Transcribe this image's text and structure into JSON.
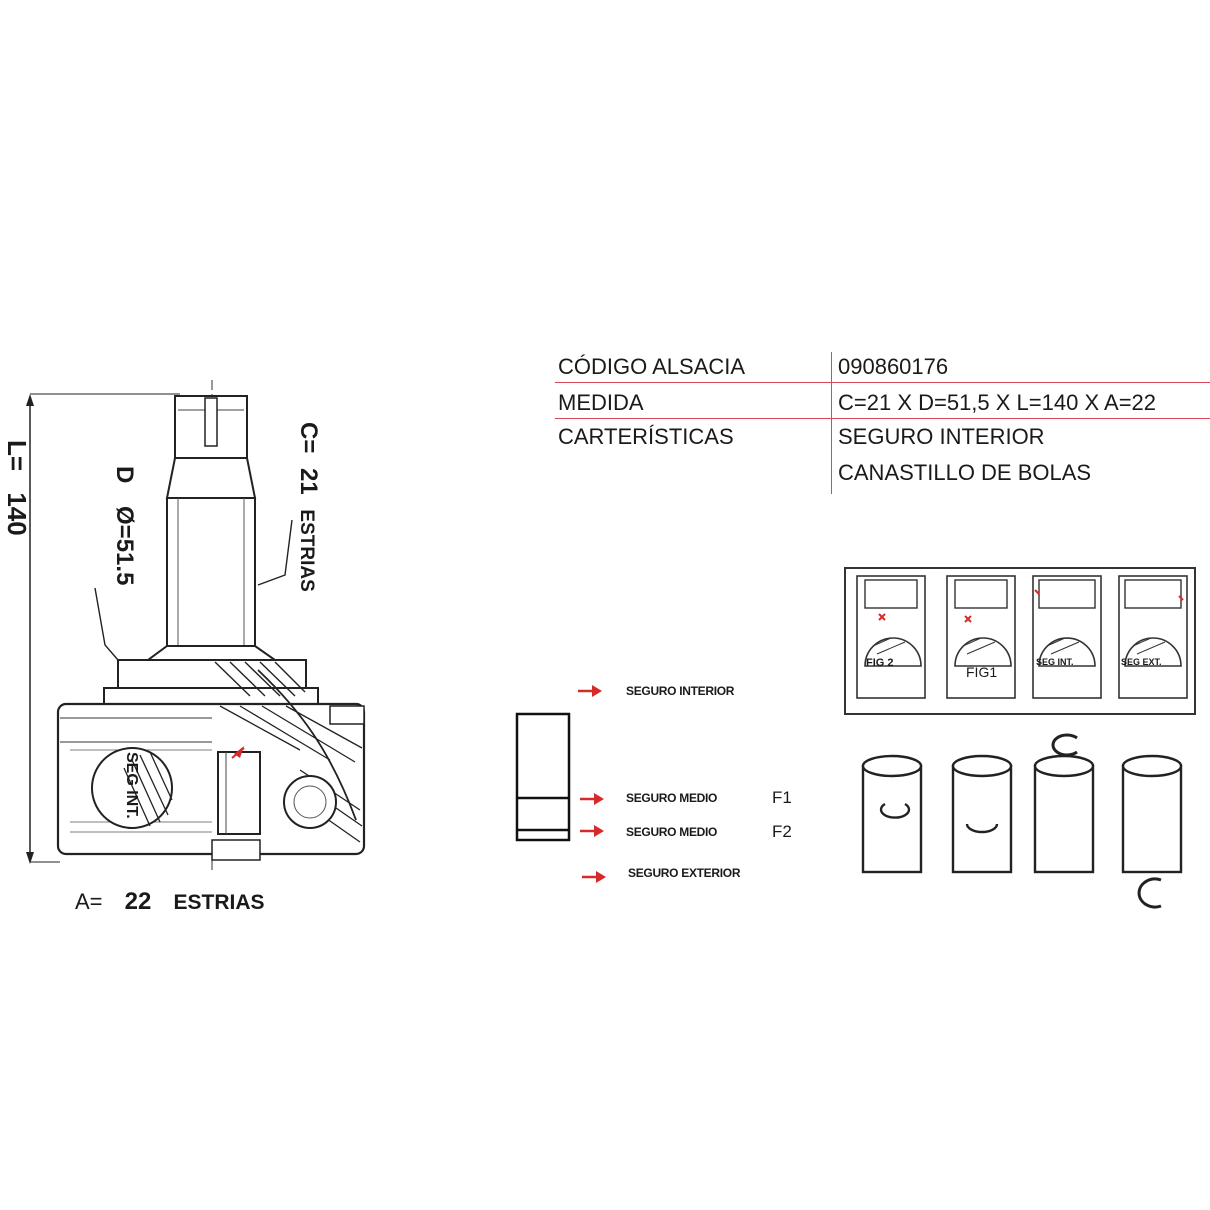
{
  "part_drawing": {
    "length_label": "L=",
    "length_value": "140",
    "diameter_label": "D",
    "diameter_value": "Ø=51.5",
    "c_label": "C=",
    "c_value": "21",
    "c_unit": "ESTRIAS",
    "a_label": "A=",
    "a_value": "22",
    "a_unit": "ESTRIAS",
    "seg_int_label": "SEG INT."
  },
  "spec_table": {
    "rows": [
      {
        "label": "CÓDIGO ALSACIA",
        "value": "090860176"
      },
      {
        "label": "MEDIDA",
        "value": "C=21  X D=51,5 X L=140 X A=22"
      },
      {
        "label": "CARTERÍSTICAS",
        "value": "SEGURO INTERIOR"
      },
      {
        "label": "",
        "value": "CANASTILLO DE BOLAS"
      }
    ],
    "line_color": "#d9485a"
  },
  "clip_legend": {
    "items": [
      {
        "label": "SEGURO INTERIOR",
        "suffix": ""
      },
      {
        "label": "SEGURO MEDIO",
        "suffix": "F1"
      },
      {
        "label": "SEGURO MEDIO",
        "suffix": "F2"
      },
      {
        "label": "SEGURO EXTERIOR",
        "suffix": ""
      }
    ],
    "arrow_color": "#d62a2a"
  },
  "figures": {
    "labels": [
      "FIG 2",
      "FIG1",
      "SEG INT.",
      "SEG EXT."
    ]
  }
}
